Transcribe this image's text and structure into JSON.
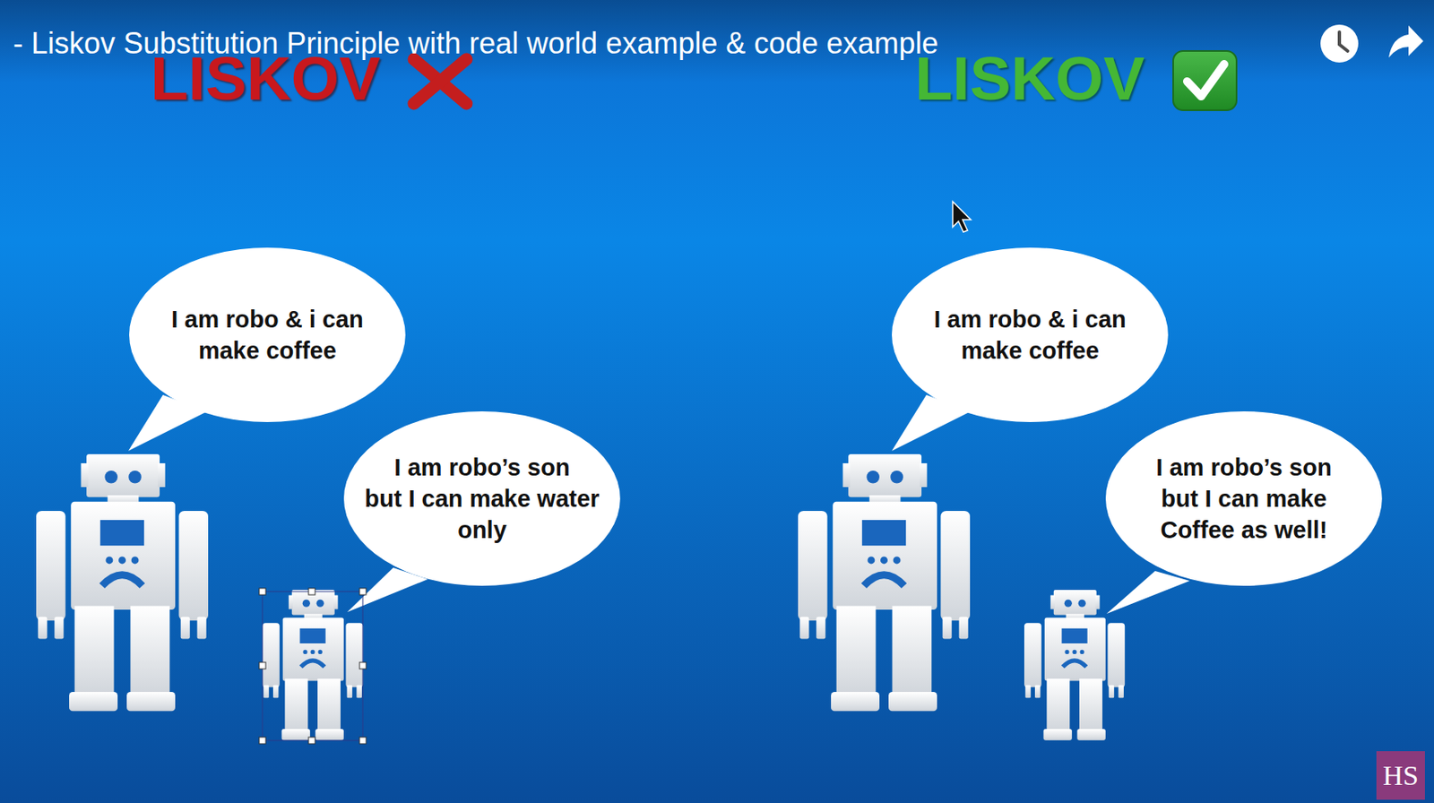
{
  "diagram": {
    "title": "- Liskov Substitution Principle with real world example & code example",
    "nodes": [
      {
        "text": [
          "I am robo & i can make coffee"
        ]
      },
      {
        "text": [
          "I am robo’s son but I can make water only"
        ]
      },
      {
        "text": [
          "I am robo & i can make coffee"
        ]
      },
      {
        "text": [
          "I am robo’s son but I can make Coffee as well!"
        ]
      }
    ],
    "labels": [
      "LISKOV",
      "LISKOV",
      "HS"
    ]
  }
}
